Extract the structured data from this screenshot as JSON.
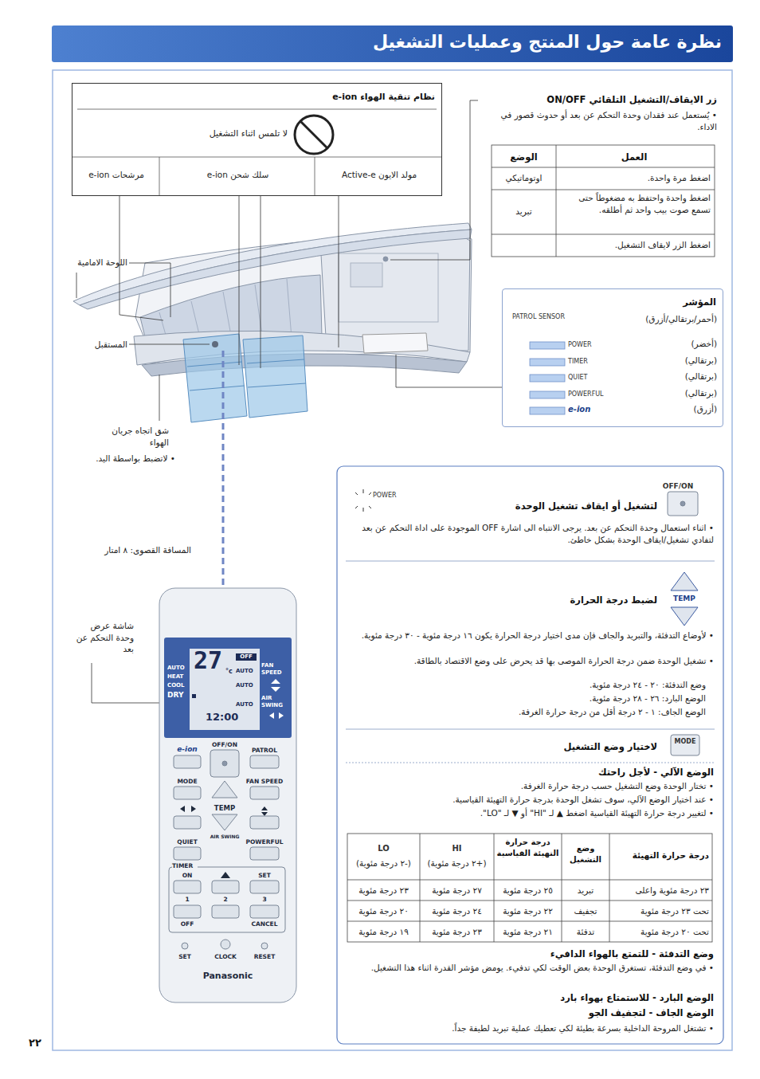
{
  "diagram": {
    "title": "نظرة عامة حول المنتج وعمليات التشغيل",
    "nodes": [
      {
        "text": [
          "نظام تنقية الهواء e-ion",
          "لا تلمس اثناء التشغيل",
          "مولد الايون Active-e",
          "سلك شحن e-ion",
          "مرشحات e-ion"
        ]
      },
      {
        "text": [
          "المؤشر"
        ]
      }
    ],
    "labels": [
      "زر الايقاف/التشغيل التلقائي ON/OFF",
      "• يُستعمل عند فقدان وحدة التحكم عن بعد أو حدوث قصور في الاداء.",
      "العمل",
      "الوضع",
      "اضغط مرة واحدة.",
      "اوتوماتيكي",
      "اضغط واحدة واحتفظ به مضغوطاً حتى تسمع صوت بيب واحد ثم أطلقه.",
      "تبريد",
      "اضغط الزر لايقاف التشغيل.",
      "PATROL SENSOR",
      "(أحمر/برتقالي/أزرق)",
      "POWER",
      "(أخضر)",
      "TIMER",
      "(برتقالي)",
      "QUIET",
      "(برتقالي)",
      "POWERFUL",
      "(برتقالي)",
      "e-ion",
      "(أزرق)",
      "اللوحة الامامية",
      "المستقبل",
      "شق اتجاه جريان الهواء",
      "• لاتضبط بواسطة اليد.",
      "المسافة القصوى: ٨ امتار",
      "شاشة عرض وحدة التحكم عن بعد",
      "AUTO",
      "HEAT",
      "COOL",
      "DRY",
      "27",
      "°c",
      "OFF",
      "AUTO",
      "AUTO",
      "AUTO",
      "FAN SPEED",
      "AIR SWING",
      "12:00",
      "e-ion",
      "OFF/ON",
      "PATROL",
      "MODE",
      "FAN SPEED",
      "TEMP",
      "QUIET",
      "AIR SWING",
      "POWERFUL",
      "TIMER",
      "ON",
      "SET",
      "1",
      "2",
      "3",
      "OFF",
      "CANCEL",
      "SET",
      "CLOCK",
      "RESET",
      "Panasonic",
      "OFF/ON",
      "POWER",
      "لتشغيل أو ايقاف تشغيل الوحدة",
      "• اثناء استعمال وحدة التحكم عن بعد. يرجى الانتباه الى اشارة OFF الموجودة على اداة التحكم عن بعد لتفادي تشغيل/ايقاف الوحدة بشكل خاطئ.",
      "TEMP",
      "لضبط درجة الحرارة",
      "• لأوضاع التدفئة، والتبريد والجاف فإن مدى اختيار درجة الحرارة يكون ١٦ درجة مئوية - ٣٠ درجة مئوية.",
      "• تشغيل الوحدة ضمن درجة الحرارة الموصى بها قد يحرض على وضع الاقتصاد بالطاقة.",
      "وضع التدفئة: ٢٠ - ٢٤ درجة مئوية.",
      "الوضع البارد: ٢٦ - ٢٨ درجة مئوية.",
      "الوضع الجاف: ١ - ٢ درجة أقل من درجة حرارة الغرفة.",
      "MODE",
      "لاختيار وضع التشغيل",
      "الوضع الآلي - لأجل راحتك",
      "• تختار الوحدة وضع التشغيل حسب درجة حرارة الغرفة.",
      "• عند اختيار الوضع الآلي، سوف تشغل الوحدة بدرجة حرارة التهيئة القياسية.",
      "• لتغيير درجة حرارة التهيئة القياسية اضغط ▲ لـ \"HI\" أو ▼ لـ \"LO\".",
      "درجة حرارة التهيئة",
      "وضع التشغيل",
      "درجة حرارة التهيئة القياسية",
      "HI",
      "(+٢ درجة مئوية)",
      "LO",
      "(-٢ درجة مئوية)",
      "٢٣ درجة مئوية واعلى",
      "تبريد",
      "٢٥ درجة مئوية",
      "٢٧ درجة مئوية",
      "٢٣ درجة مئوية",
      "تحت ٢٣ درجة مئوية",
      "تجفيف",
      "٢٢ درجة مئوية",
      "٢٤ درجة مئوية",
      "٢٠ درجة مئوية",
      "تحت ٢٠ درجة مئوية",
      "تدفئة",
      "٢١ درجة مئوية",
      "٢٣ درجة مئوية",
      "١٩ درجة مئوية",
      "وضع التدفئة - للتمتع بالهواء الدافيء",
      "• في وضع التدفئة، تستغرق الوحدة بعض الوقت لكي تدفيء. يومض مؤشر القدرة اثناء هذا التشغيل.",
      "الوضع البارد - للاستمتاع بهواء بارد",
      "الوضع الجاف - لتجفيف الجو",
      "• تشتغل المروحة الداخلية بسرعة بطيئة لكي تعطيك عملية تبريد لطيفة جداً.",
      "٢٢"
    ]
  }
}
